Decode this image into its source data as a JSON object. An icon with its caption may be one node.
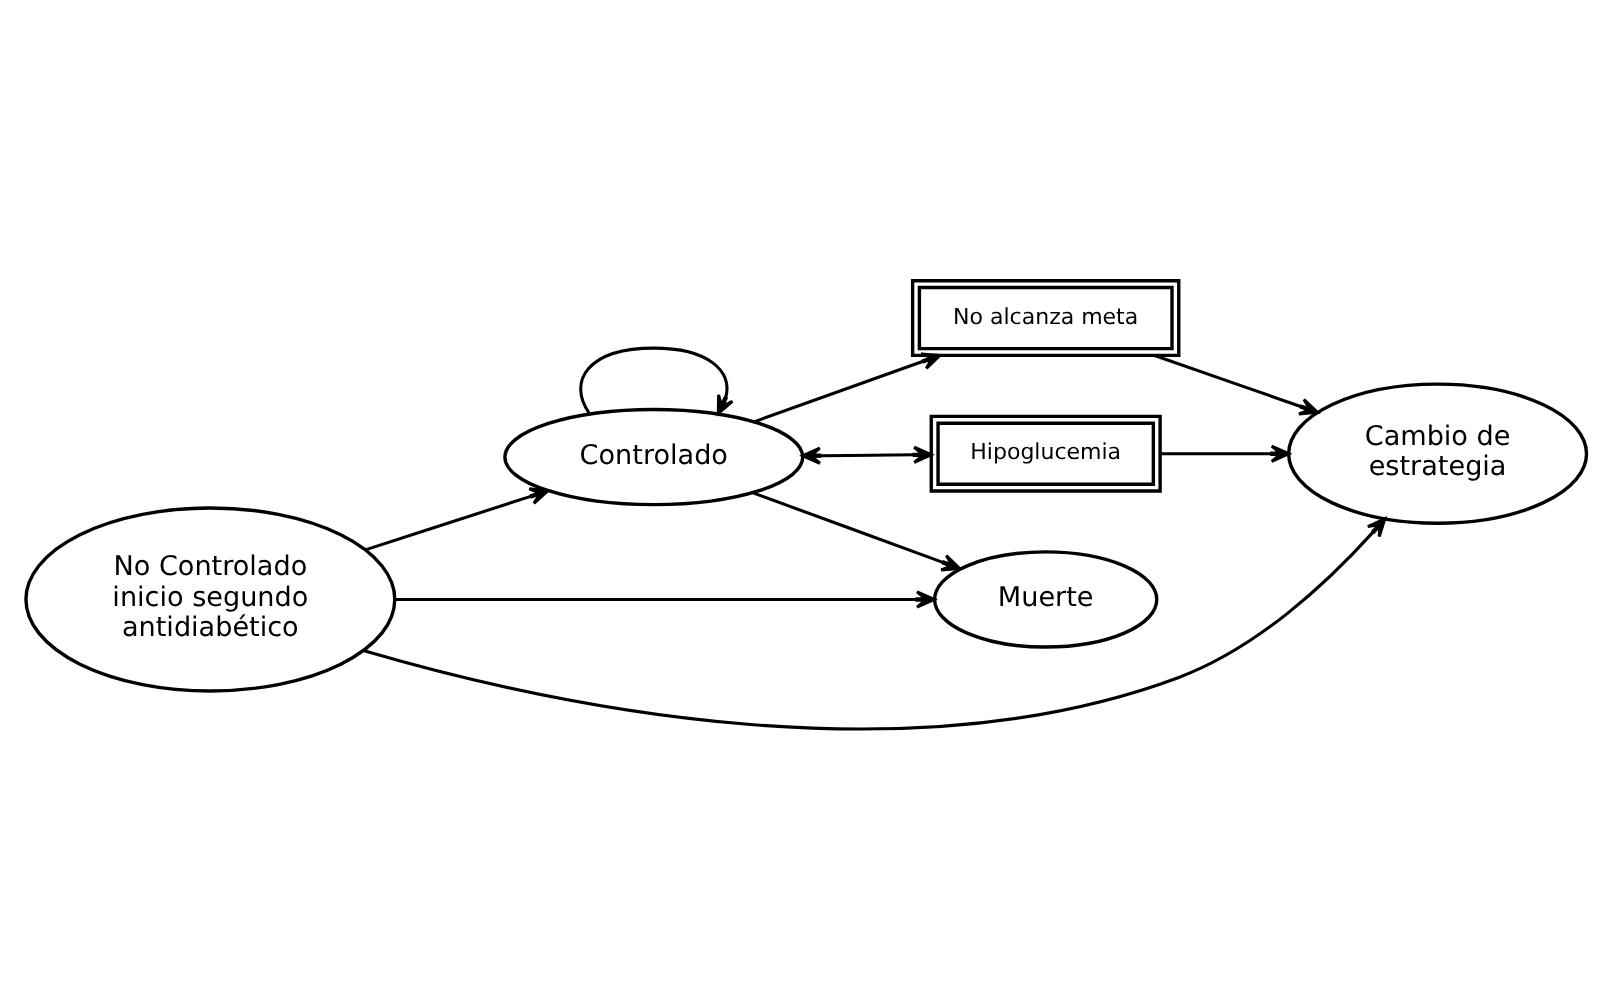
{
  "diagram": {
    "nodes": [
      {
        "text": [
          "No Controlado inicio segundo antidiabético"
        ]
      },
      {
        "text": [
          "No alcanza meta"
        ]
      },
      {
        "text": [
          "Controlado"
        ]
      },
      {
        "text": [
          "Cambio de estrategia"
        ]
      },
      {
        "text": [
          "Muerte"
        ]
      },
      {
        "text": [
          "Hipoglucemia"
        ]
      }
    ],
    "edges": [
      {
        "from": 0,
        "to": 3,
        "arrow": "to"
      },
      {
        "from": 0,
        "to": 2,
        "arrow": "to"
      },
      {
        "from": 0,
        "to": 4,
        "arrow": "to"
      },
      {
        "from": 2,
        "to": 2,
        "arrow": "to"
      },
      {
        "from": 2,
        "to": 1,
        "arrow": "to"
      },
      {
        "from": 1,
        "to": 3,
        "arrow": "to"
      },
      {
        "from": 2,
        "to": 4,
        "arrow": "to"
      },
      {
        "from": 2,
        "to": 5,
        "arrow": "both"
      },
      {
        "from": 5,
        "to": 3,
        "arrow": "to"
      }
    ]
  }
}
